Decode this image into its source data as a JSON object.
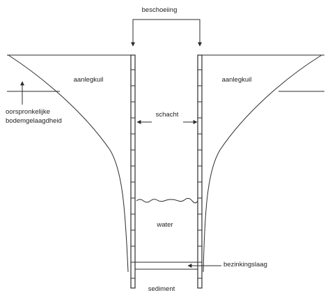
{
  "labels": {
    "beschoeiing": "beschoeiing",
    "aanlegkuil_left": "aanlegkuil",
    "aanlegkuil_right": "aanlegkuil",
    "oorspronkelijke": "oorspronkelijke",
    "bodemgelaagdheid": "bodemgelaagdheid",
    "schacht": "schacht",
    "water": "water",
    "bezinkingslaag": "bezinkingslaag",
    "sediment": "sediment"
  },
  "colors": {
    "line": "#2b2b2b",
    "background": "#ffffff"
  }
}
